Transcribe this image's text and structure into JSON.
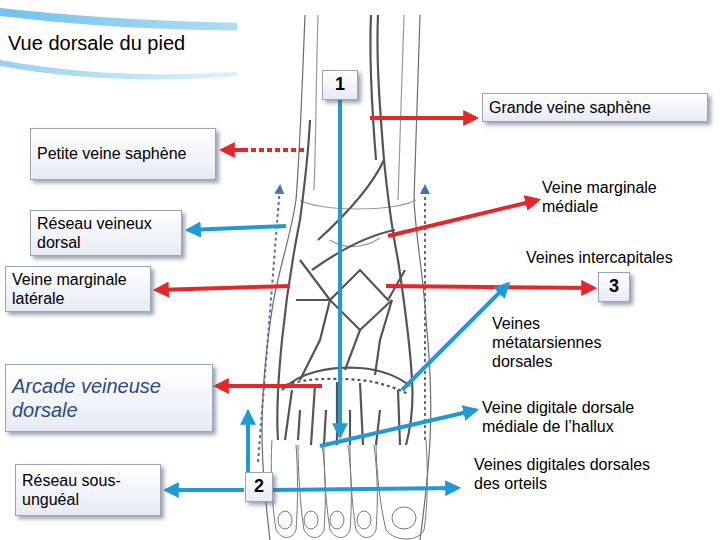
{
  "diagram": {
    "title": "Vue dorsale du pied",
    "nodes": [
      {
        "text": [
          "1"
        ]
      },
      {
        "text": [
          "Grande veine saphène"
        ]
      },
      {
        "text": [
          "Petite veine saphène"
        ]
      },
      {
        "text": [
          "Réseau veineux dorsal"
        ]
      },
      {
        "text": [
          "Veine marginale latérale"
        ]
      },
      {
        "text": [
          "3"
        ]
      },
      {
        "text": [
          "Arcade veineuse dorsale"
        ]
      },
      {
        "text": [
          "Réseau sous-unguéal"
        ]
      },
      {
        "text": [
          "2"
        ]
      }
    ],
    "labels": [
      "Veine marginale médiale",
      "Veines intercapitales",
      "Veines métatarsiennes dorsales",
      "Veine digitale dorsale médiale de l’hallux",
      "Veines digitales dorsales des orteils"
    ]
  }
}
